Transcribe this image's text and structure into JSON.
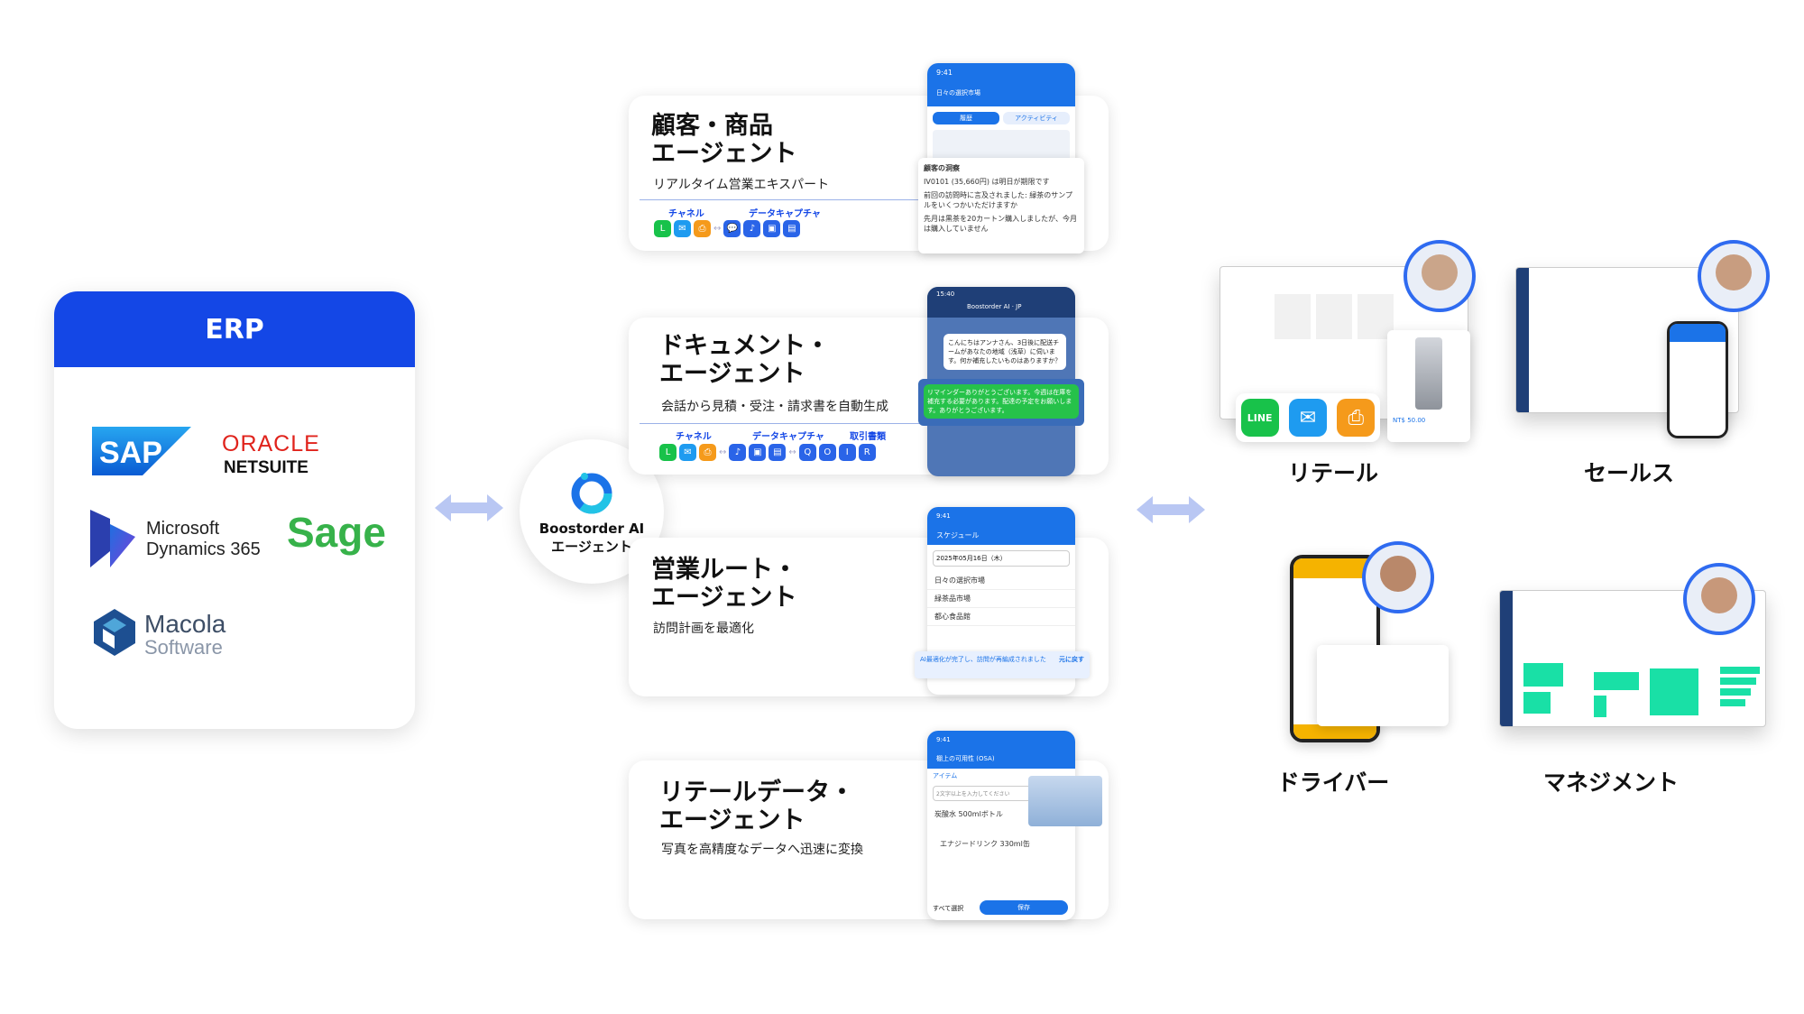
{
  "erp": {
    "title": "ERP",
    "logos": {
      "sap": "SAP",
      "oracle": "ORACLE",
      "netsuite": "NETSUITE",
      "ms1": "Microsoft",
      "ms2": "Dynamics 365",
      "sage": "Sage",
      "macola1": "Macola",
      "macola2": "Software"
    }
  },
  "hub": {
    "line1": "Boostorder AI",
    "line2": "エージェント"
  },
  "agents": [
    {
      "title": "顧客・商品\nエージェント",
      "subtitle": "リアルタイム営業エキスパート",
      "cap1": "チャネル",
      "cap2": "データキャプチャ",
      "cap3": ""
    },
    {
      "title": "ドキュメント・\nエージェント",
      "subtitle": "会話から見積・受注・請求書を自動生成",
      "cap1": "チャネル",
      "cap2": "データキャプチャ",
      "cap3": "取引書類"
    },
    {
      "title": "営業ルート・\nエージェント",
      "subtitle": "訪問計画を最適化"
    },
    {
      "title": "リテールデータ・\nエージェント",
      "subtitle": "写真を高精度なデータへ迅速に変換"
    }
  ],
  "phones": {
    "p1": {
      "time": "9:41",
      "header": "日々の選択市場",
      "tab1": "履歴",
      "tab2": "アクティビティ",
      "panel": "顧客の洞察",
      "i1": "IV0101 (35,660円) は明日が期限です",
      "i2": "前回の訪問時に言及されました: 緑茶のサンプルをいくつかいただけますか",
      "i3": "先月は黒茶を20カートン購入しましたが、今月は購入していません"
    },
    "p2": {
      "time": "15:40",
      "header": "Boostorder AI · JP",
      "msg1": "こんにちはアンナさん、3日後に配送チームがあなたの地域（浅草）に伺います。何か補充したいものはありますか？",
      "msg2": "リマインダーありがとうございます。今週は在庫を補充する必要があります。配達の予定をお願いします。ありがとうございます。"
    },
    "p3": {
      "time": "9:41",
      "header": "スケジュール",
      "date": "2025年05月16日（木）",
      "s1": "日々の選択市場",
      "s2": "緑茶品市場",
      "s3": "都心食品館",
      "toast": "AI最適化が完了し、訪問が再編成されました",
      "undo": "元に戻す"
    },
    "p4": {
      "time": "9:41",
      "header": "棚上の可用性 (OSA)",
      "tab": "アイテム",
      "ph": "2文字以上を入力してください",
      "it1": "炭酸水 500mlボトル",
      "it2": "エナジードリンク 330ml缶",
      "all": "すべて選択",
      "save": "保存"
    }
  },
  "personas": {
    "retail": "リテール",
    "sales": "セールス",
    "driver": "ドライバー",
    "management": "マネジメント"
  },
  "retail_price": "NT$ 50.00",
  "colors": {
    "blue": "#1447e6",
    "accent": "#2f6bf0",
    "arrow": "#b9c7f3",
    "green": "#19e0a6"
  }
}
